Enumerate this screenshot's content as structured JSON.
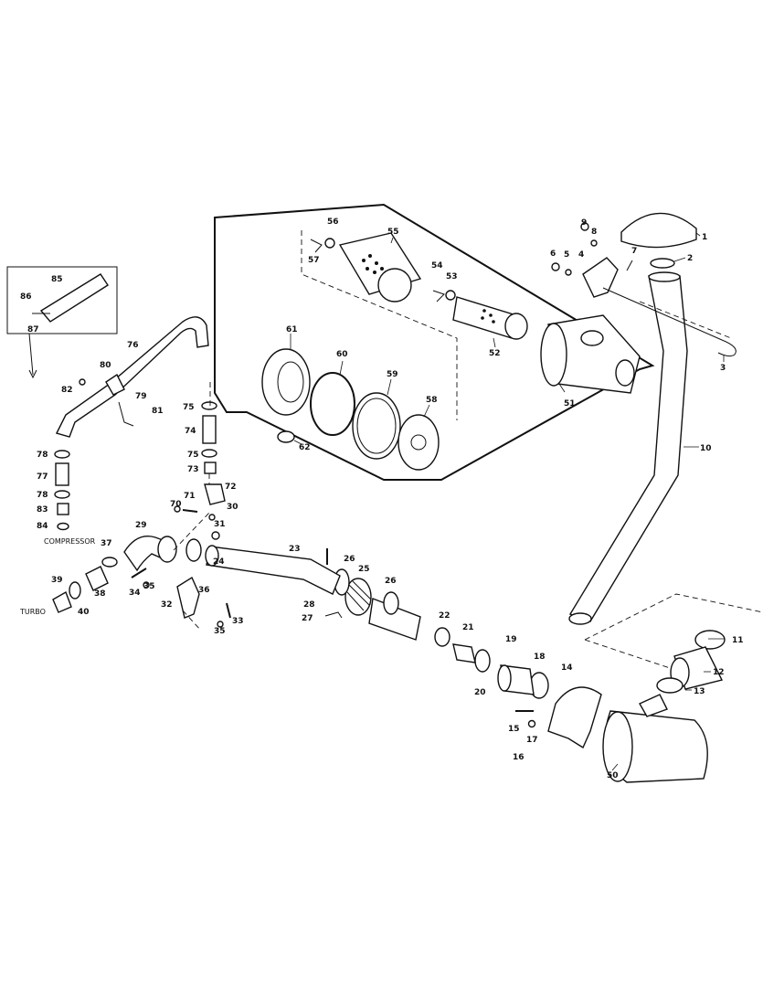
{
  "labels": {
    "compressor": "COMPRESSOR",
    "turbo": "TURBO"
  },
  "callouts": [
    "1",
    "2",
    "3",
    "4",
    "5",
    "6",
    "7",
    "8",
    "9",
    "10",
    "11",
    "12",
    "13",
    "14",
    "15",
    "16",
    "17",
    "18",
    "19",
    "20",
    "21",
    "22",
    "23",
    "24",
    "25",
    "26",
    "26",
    "27",
    "28",
    "29",
    "30",
    "31",
    "32",
    "33",
    "34",
    "35",
    "35",
    "36",
    "37",
    "38",
    "39",
    "40",
    "50",
    "51",
    "52",
    "53",
    "54",
    "55",
    "56",
    "57",
    "58",
    "59",
    "60",
    "61",
    "62",
    "70",
    "71",
    "72",
    "73",
    "74",
    "75",
    "75",
    "76",
    "77",
    "78",
    "78",
    "79",
    "80",
    "81",
    "82",
    "83",
    "84",
    "85",
    "86",
    "87"
  ]
}
